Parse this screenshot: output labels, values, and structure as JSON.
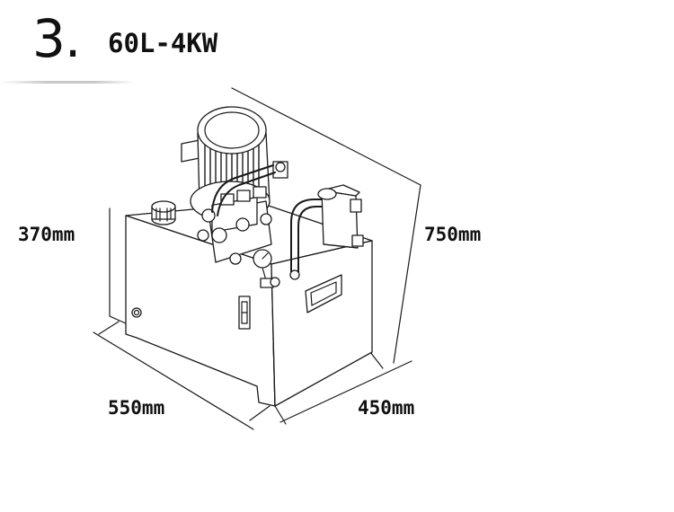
{
  "header": {
    "step_number": "3.",
    "model": "60L-4KW"
  },
  "dimensions": {
    "height": "370mm",
    "total_height": "750mm",
    "length": "550mm",
    "width": "450mm"
  }
}
